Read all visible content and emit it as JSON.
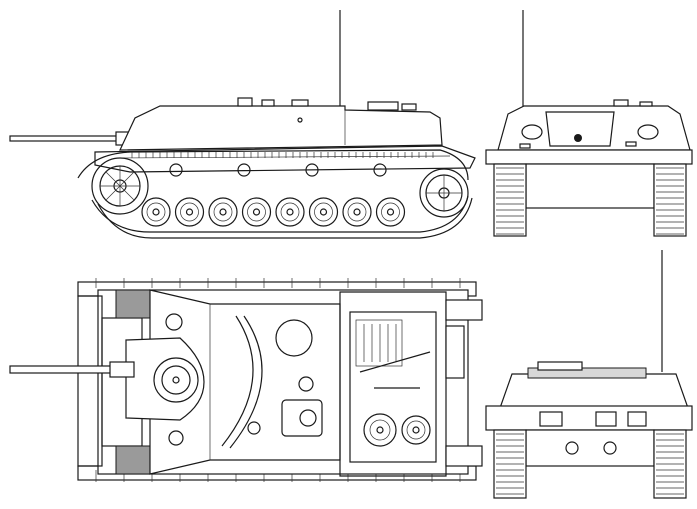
{
  "views": [
    {
      "id": "left-side"
    },
    {
      "id": "front"
    },
    {
      "id": "top"
    },
    {
      "id": "rear"
    }
  ],
  "colors": {
    "line": "#1a1a1a",
    "paper": "#ffffff",
    "shade": "#9a9a9a"
  }
}
